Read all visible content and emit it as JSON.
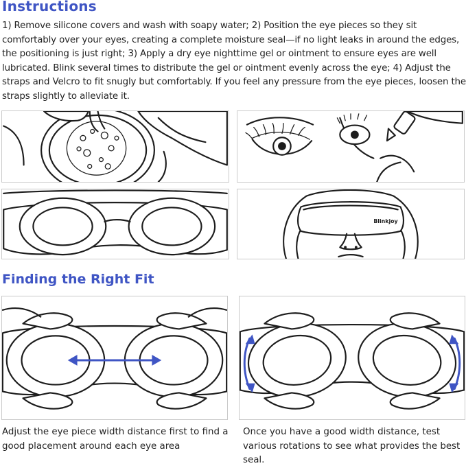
{
  "instructions": {
    "title": "Instructions",
    "body": "1) Remove silicone covers and wash with soapy water; 2) Position the eye pieces so they sit comfortably over your eyes, creating a complete moisture seal—if no light leaks in around the edges, the positioning is just right; 3) Apply a dry eye nighttime gel or ointment to ensure eyes are well lubricated. Blink several times to distribute the gel or ointment evenly across the eye; 4) Adjust the straps and Velcro to fit snugly but comfortably. If you feel any pressure from the eye pieces, loosen the straps slightly to alleviate it."
  },
  "illustrations": {
    "step1": "washing-eye-piece",
    "step3": "applying-eye-gel",
    "step2": "eye-pieces-closeup",
    "step4": "woman-wearing-mask",
    "mask_brand": "Blinkjoy"
  },
  "fit": {
    "title": "Finding the Right Fit",
    "left_caption": "Adjust the eye piece width distance first to find a good placement around each eye area",
    "right_caption": "Once you have a good width distance, test various rotations to see what provides the best seal."
  },
  "colors": {
    "accent": "#3f55c4",
    "text": "#222222",
    "panel_border": "#c9c9c9"
  }
}
